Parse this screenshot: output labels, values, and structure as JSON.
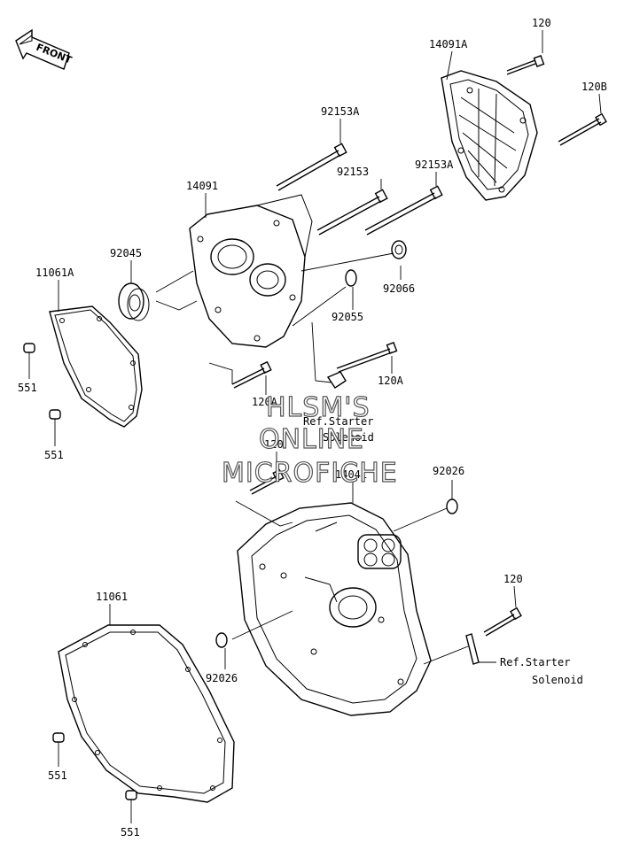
{
  "front_arrow": {
    "label": "FRONT"
  },
  "labels": {
    "l_14091A": "14091A",
    "l_120_top": "120",
    "l_120B": "120B",
    "l_92153A_a": "92153A",
    "l_92153": "92153",
    "l_92153A_b": "92153A",
    "l_14091": "14091",
    "l_92045": "92045",
    "l_11061A": "11061A",
    "l_92066": "92066",
    "l_92055": "92055",
    "l_120A_a": "120A",
    "l_120A_b": "120A",
    "l_551_a": "551",
    "l_551_b": "551",
    "l_120_mid": "120",
    "l_14041": "14041",
    "l_92026_a": "92026",
    "l_120_right": "120",
    "l_11061": "11061",
    "l_92026_b": "92026",
    "l_551_c": "551",
    "l_551_d": "551"
  },
  "references": {
    "ref1_line1": "Ref.Starter",
    "ref1_line2": "Solenoid",
    "ref2_line1": "Ref.Starter",
    "ref2_line2": "Solenoid"
  },
  "watermark": {
    "line1": "HLSM'S",
    "line2": "ONLINE",
    "line3": "MICROFICHE"
  }
}
